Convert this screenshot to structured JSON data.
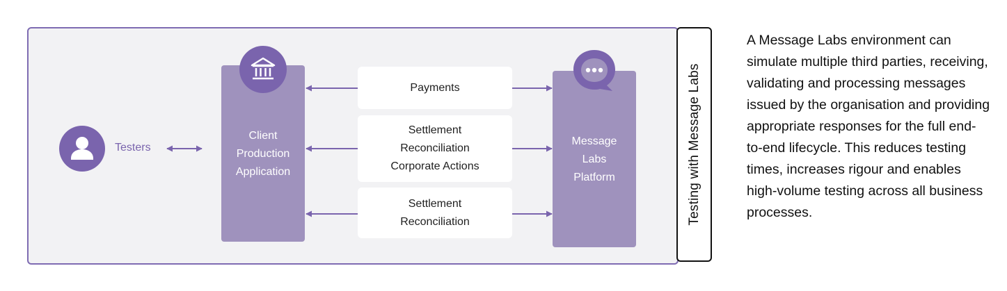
{
  "side_tab": {
    "label": "Testing with Message Labs"
  },
  "testers": {
    "label": "Testers",
    "icon": "person-icon"
  },
  "client_app": {
    "lines": [
      "Client",
      "Production",
      "Application"
    ],
    "icon": "bank-icon"
  },
  "platform": {
    "lines": [
      "Message",
      "Labs",
      "Platform"
    ],
    "icon": "chat-bubble-icon"
  },
  "flows": [
    {
      "lines": [
        "Payments"
      ]
    },
    {
      "lines": [
        "Settlement",
        "Reconciliation",
        "Corporate Actions"
      ]
    },
    {
      "lines": [
        "Settlement",
        "Reconciliation"
      ]
    }
  ],
  "description": "A Message Labs environment can simulate multiple third parties, receiving, validating and processing messages issued by the organisation and providing appropriate responses for the full end-to-end lifecycle. This reduces testing times, increases rigour and enables high-volume testing across all business processes.",
  "colors": {
    "accent": "#7a64ad",
    "box": "#9f92bd",
    "frame_border": "#7e6bb2",
    "frame_bg": "#f2f2f4"
  }
}
